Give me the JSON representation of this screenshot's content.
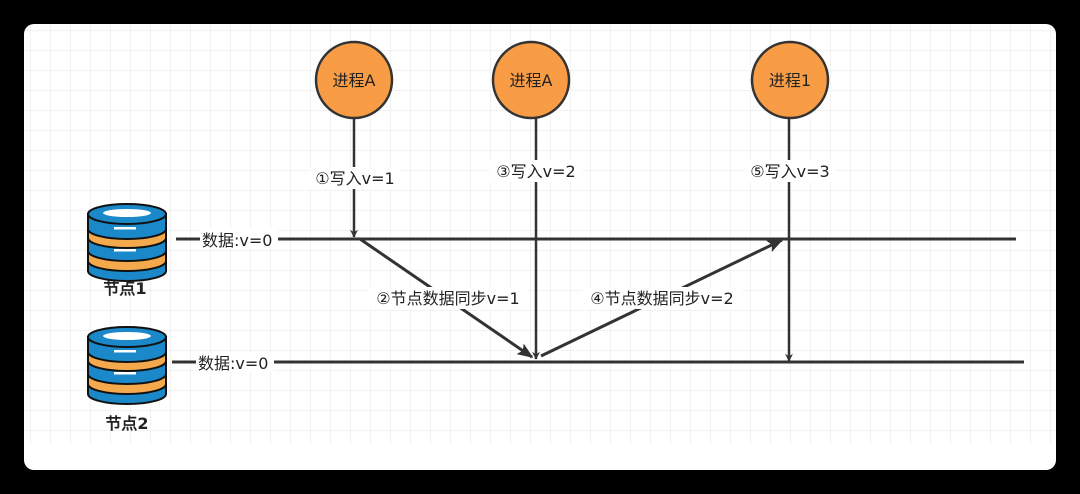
{
  "processes": [
    {
      "label": "进程A"
    },
    {
      "label": "进程A"
    },
    {
      "label": "进程1"
    }
  ],
  "nodes": [
    {
      "name": "节点1",
      "data_label": "数据:v=0"
    },
    {
      "name": "节点2",
      "data_label": "数据:v=0"
    }
  ],
  "steps": [
    {
      "label": "①写入v=1"
    },
    {
      "label": "②节点数据同步v=1"
    },
    {
      "label": "③写入v=2"
    },
    {
      "label": "④节点数据同步v=2"
    },
    {
      "label": "⑤写入v=3"
    }
  ],
  "colors": {
    "process_fill": "#f89c45",
    "process_stroke": "#333333",
    "db_blue": "#1b89c9",
    "db_orange": "#f3a94c",
    "line": "#333333",
    "grid": "#e6e6e6"
  }
}
